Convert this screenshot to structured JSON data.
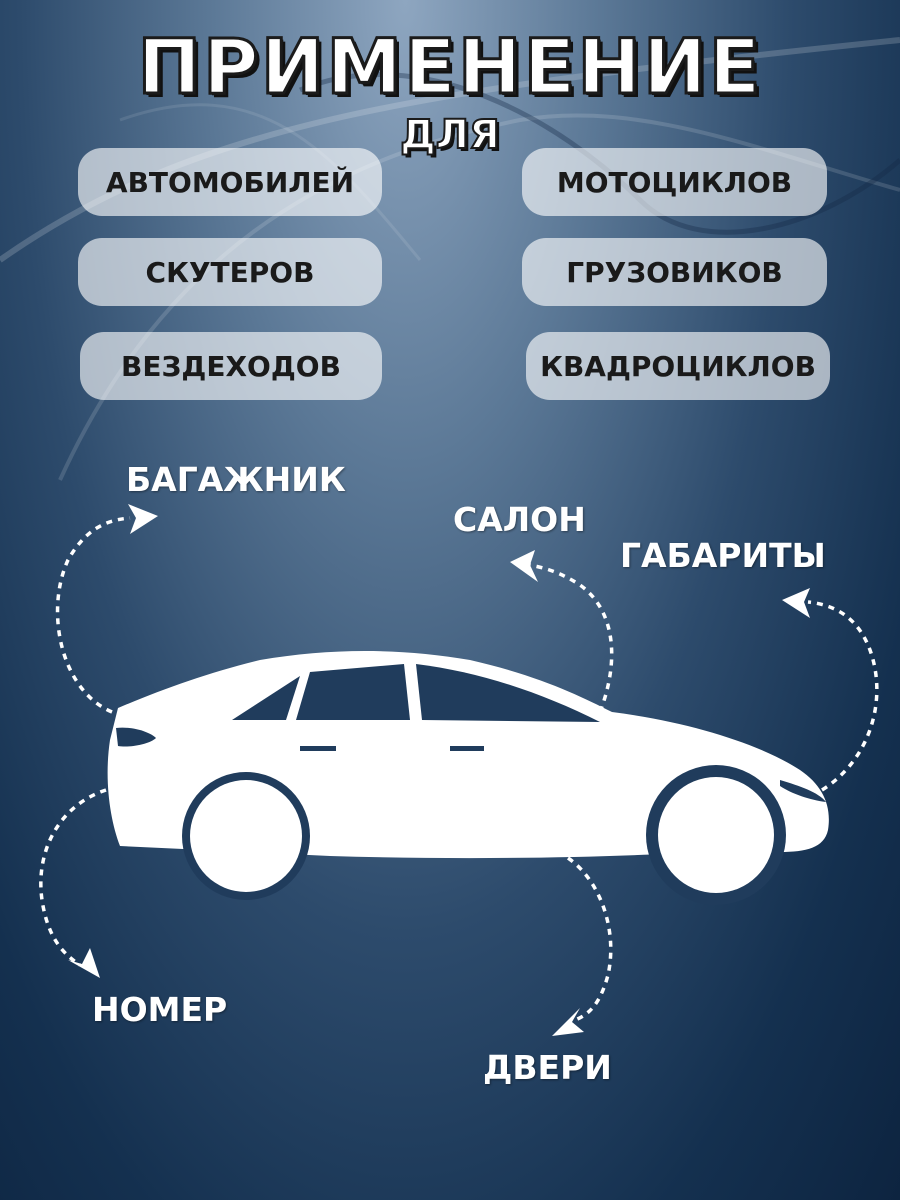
{
  "header": {
    "title": "ПРИМЕНЕНИЕ",
    "subtitle": "ДЛЯ"
  },
  "vehicles": [
    "АВТОМОБИЛЕЙ",
    "МОТОЦИКЛОВ",
    "СКУТЕРОВ",
    "ГРУЗОВИКОВ",
    "ВЕЗДЕХОДОВ",
    "КВАДРОЦИКЛОВ"
  ],
  "car_parts": {
    "trunk": "БАГАЖНИК",
    "interior": "САЛОН",
    "lights": "ГАБАРИТЫ",
    "plate": "НОМЕР",
    "doors": "ДВЕРИ"
  },
  "colors": {
    "background_top": "#8ea6c0",
    "background_bottom": "#0d2440",
    "pill": "#ffffff",
    "car": "#ffffff"
  }
}
